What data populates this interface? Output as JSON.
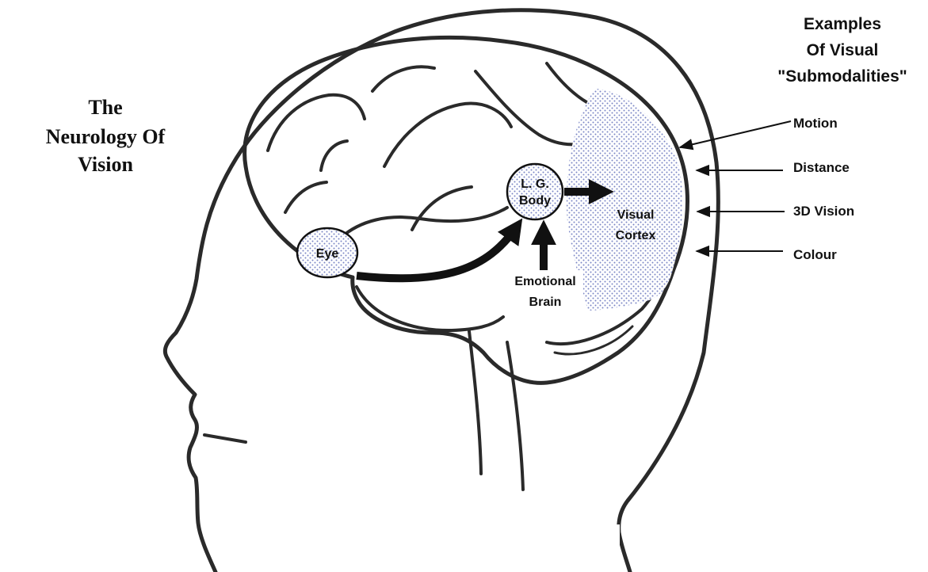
{
  "title": {
    "lines": [
      "The",
      "Neurology Of",
      "Vision"
    ]
  },
  "examples_header": {
    "lines": [
      "Examples",
      "Of Visual",
      "\"Submodalities\""
    ]
  },
  "submodalities": [
    "Motion",
    "Distance",
    "3D Vision",
    "Colour"
  ],
  "nodes": {
    "eye": "Eye",
    "lg_body": [
      "L. G.",
      "Body"
    ],
    "visual_cortex": [
      "Visual",
      "Cortex"
    ],
    "emotional_brain": [
      "Emotional",
      "Brain"
    ]
  },
  "colors": {
    "ink": "#111111",
    "outline": "#2a2a2a",
    "dot_fill": "#7b86c6",
    "background": "#ffffff"
  }
}
